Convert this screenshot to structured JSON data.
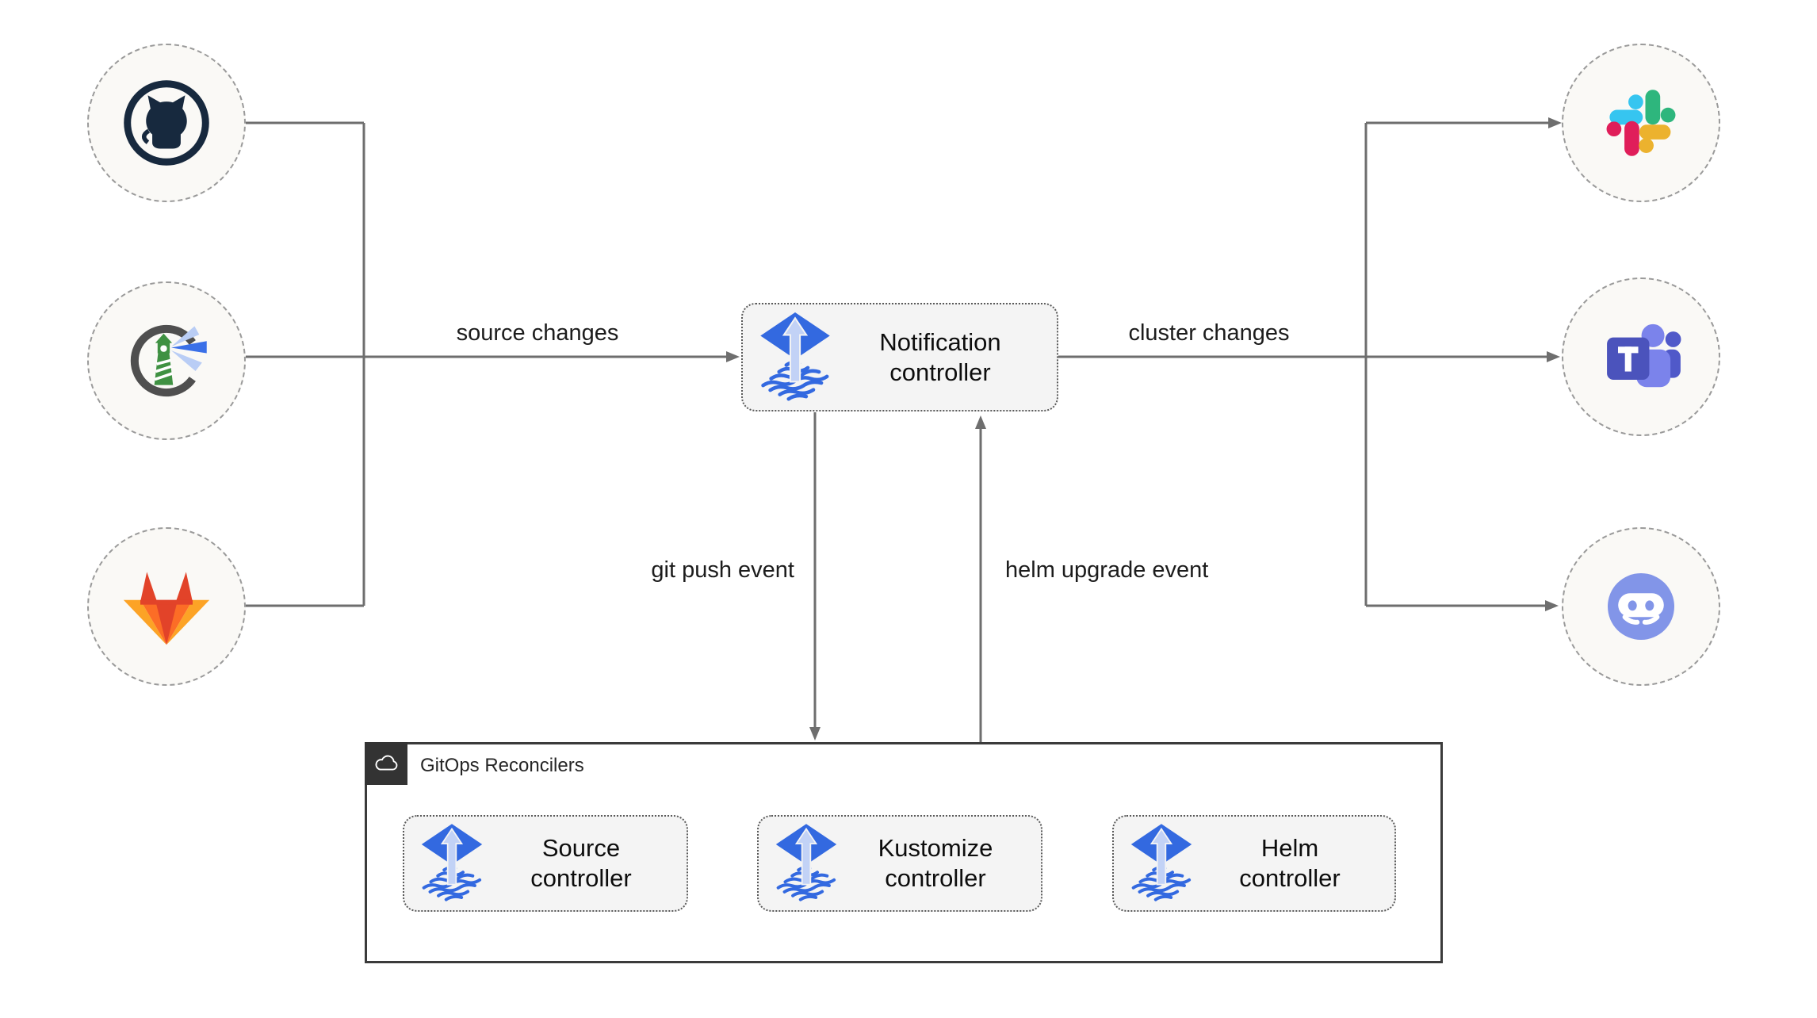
{
  "diagram": {
    "nodes": {
      "notification": {
        "label": "Notification controller"
      },
      "source": {
        "label": "Source controller"
      },
      "kustomize": {
        "label": "Kustomize controller"
      },
      "helm": {
        "label": "Helm controller"
      }
    },
    "container": {
      "label": "GitOps Reconcilers"
    },
    "edges": {
      "source_changes": {
        "label": "source changes"
      },
      "cluster_changes": {
        "label": "cluster changes"
      },
      "git_push": {
        "label": "git push event"
      },
      "helm_upgrade": {
        "label": "helm upgrade event"
      }
    },
    "icons": {
      "github": "github-octocat-logo",
      "harbor": "harbor-lighthouse-logo",
      "gitlab": "gitlab-tanuki-logo",
      "slack": "slack-logo",
      "teams": "microsoft-teams-logo",
      "discord": "discord-logo",
      "flux": "flux-cd-logo",
      "cloud": "cloud-outline"
    }
  },
  "colors": {
    "line_gray": "#6e6e6e",
    "flux_blue": "#3369e0",
    "flux_light": "#c2d2f6",
    "github_dark": "#17293e",
    "harbor_gray": "#4f4f4f",
    "harbor_green": "#3f9142",
    "harbor_beam": "#3a70e8",
    "harbor_beam_light": "#b9cdf5",
    "gitlab_red": "#e24329",
    "gitlab_orange": "#fc6d26",
    "gitlab_yellow": "#fca326",
    "slack_blue": "#36c5f0",
    "slack_green": "#2eb67d",
    "slack_pink": "#e01e5a",
    "slack_yellow": "#ecb22e",
    "teams_purple": "#4b53bc",
    "teams_light": "#7b83eb",
    "teams_mid": "#5059c9",
    "discord_blurple": "#8295e8"
  }
}
